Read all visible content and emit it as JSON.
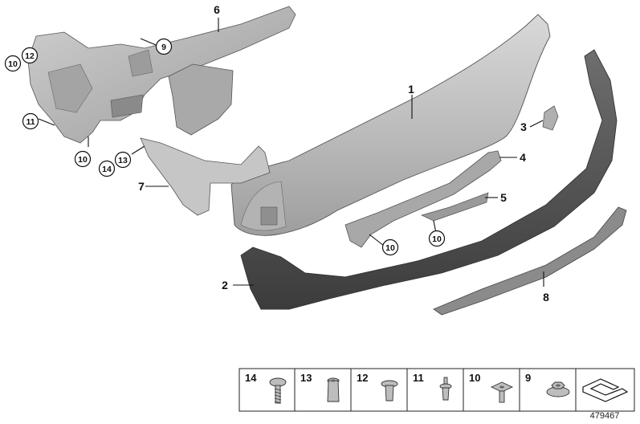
{
  "callouts": [
    {
      "label": "1"
    },
    {
      "label": "2"
    },
    {
      "label": "3"
    },
    {
      "label": "4"
    },
    {
      "label": "5"
    },
    {
      "label": "6"
    },
    {
      "label": "7"
    },
    {
      "label": "8"
    }
  ],
  "circled_callouts": [
    {
      "label": "9"
    },
    {
      "label": "10"
    },
    {
      "label": "12"
    },
    {
      "label": "11"
    },
    {
      "label": "10"
    },
    {
      "label": "13"
    },
    {
      "label": "14"
    },
    {
      "label": "10"
    },
    {
      "label": "10"
    }
  ],
  "legend": [
    {
      "label": "14",
      "icon": "torx-screw-icon"
    },
    {
      "label": "13",
      "icon": "expanding-nut-icon"
    },
    {
      "label": "12",
      "icon": "plug-rivet-icon"
    },
    {
      "label": "11",
      "icon": "plastic-rivet-icon"
    },
    {
      "label": "10",
      "icon": "clip-nut-icon"
    },
    {
      "label": "9",
      "icon": "hex-nut-icon"
    }
  ],
  "reference_number": "479467",
  "colors": {
    "carrier_fill": "#b9b9b9",
    "bumper_fill": "#c4c4c4",
    "trim_fill": "#5a5a5a",
    "panel_fill": "#c6c6c6",
    "line": "#111111"
  }
}
